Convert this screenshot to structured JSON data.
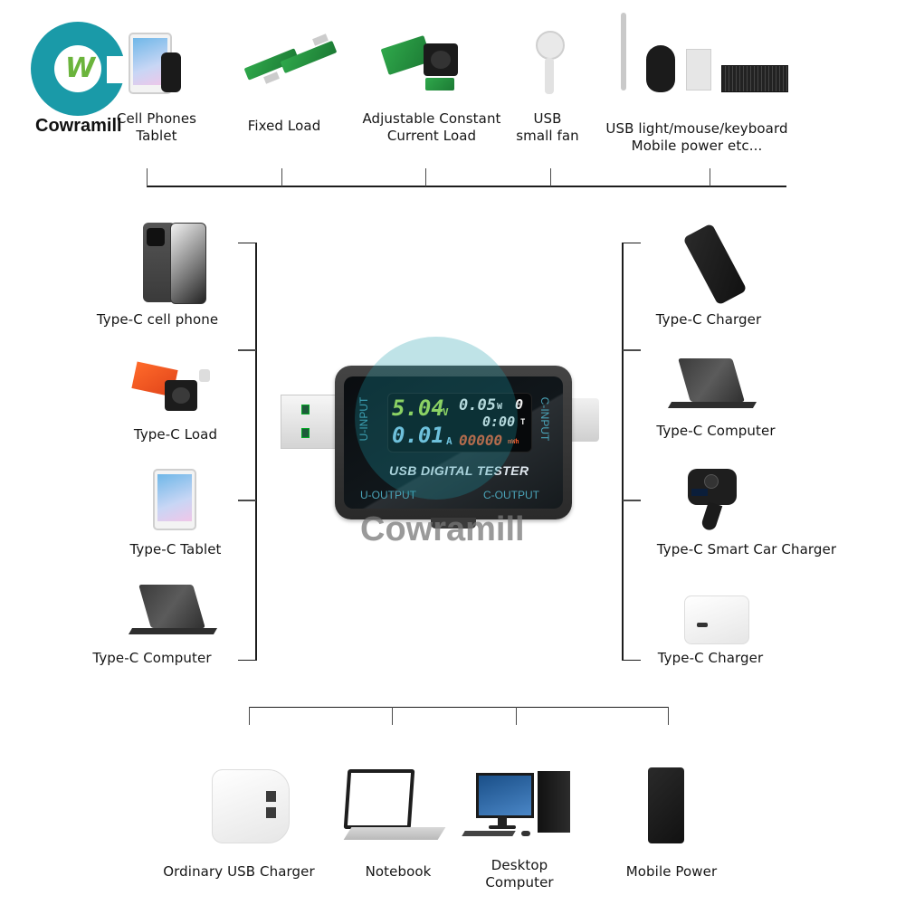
{
  "brand": {
    "logo_name": "Cowramill",
    "logo_glyph": "W",
    "watermark": "Cowramill",
    "colors": {
      "teal": "#1a9aa8",
      "green": "#6bb43c"
    }
  },
  "top_row": {
    "items": [
      {
        "label_lines": [
          "Cell Phones",
          "Tablet"
        ],
        "icon": "tablet-phone-icon"
      },
      {
        "label_lines": [
          "Fixed Load"
        ],
        "icon": "fixed-load-board-icon"
      },
      {
        "label_lines": [
          "Adjustable Constant",
          "Current Load"
        ],
        "icon": "adjustable-load-icon"
      },
      {
        "label_lines": [
          "USB",
          "small fan"
        ],
        "icon": "usb-fan-icon"
      },
      {
        "label_lines": [
          "USB light/mouse/keyboard",
          "Mobile power etc..."
        ],
        "icon": "usb-peripherals-icon"
      }
    ]
  },
  "left_column": {
    "items": [
      {
        "label": "Type-C cell phone",
        "icon": "smartphone-icon"
      },
      {
        "label": "Type-C Load",
        "icon": "typec-load-board-icon"
      },
      {
        "label": "Type-C Tablet",
        "icon": "tablet-icon"
      },
      {
        "label": "Type-C Computer",
        "icon": "laptop-icon"
      }
    ]
  },
  "right_column": {
    "items": [
      {
        "label": "Type-C Charger",
        "icon": "power-bank-icon"
      },
      {
        "label": "Type-C Computer",
        "icon": "laptop-icon"
      },
      {
        "label": "Type-C Smart Car Charger",
        "icon": "car-charger-icon"
      },
      {
        "label": "Type-C Charger",
        "icon": "wall-charger-icon"
      }
    ]
  },
  "bottom_row": {
    "items": [
      {
        "label_lines": [
          "Ordinary USB Charger"
        ],
        "icon": "usb-wall-charger-icon"
      },
      {
        "label_lines": [
          "Notebook"
        ],
        "icon": "notebook-icon"
      },
      {
        "label_lines": [
          "Desktop",
          "Computer"
        ],
        "icon": "desktop-computer-icon"
      },
      {
        "label_lines": [
          "Mobile Power"
        ],
        "icon": "mobile-power-icon"
      }
    ]
  },
  "tester": {
    "title": "USB DIGITAL TESTER",
    "port_labels": {
      "u_input": "U-INPUT",
      "c_input": "C-INPUT",
      "u_output": "U-OUTPUT",
      "c_output": "C-OUTPUT"
    },
    "display": {
      "voltage": "5.04",
      "voltage_unit": "V",
      "current": "0.01",
      "current_unit": "A",
      "power": "0.05",
      "power_unit": "W",
      "group": "0",
      "time": "0:00",
      "time_unit": "T",
      "energy": "00000",
      "energy_unit": "mWh"
    },
    "display_colors": {
      "voltage": "#b8e84a",
      "current": "#8fd0f0",
      "power": "#f2f2f2",
      "energy": "#f05a2a"
    }
  }
}
